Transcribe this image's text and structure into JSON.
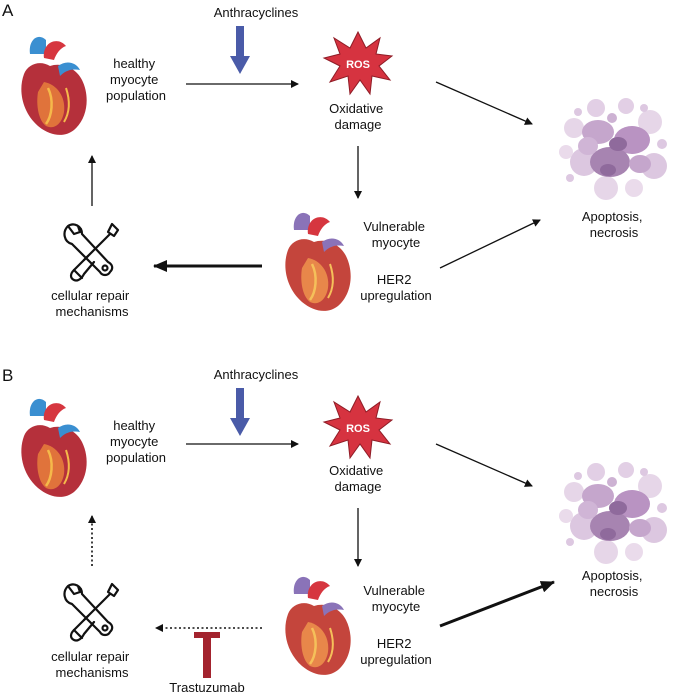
{
  "panels": [
    {
      "letter": "A",
      "drug_top": "Anthracyclines",
      "healthy": [
        "healthy",
        "myocyte",
        "population"
      ],
      "ros_label": "ROS",
      "oxidative": [
        "Oxidative",
        "damage"
      ],
      "vulnerable": [
        "Vulnerable",
        "myocyte"
      ],
      "her2": [
        "HER2",
        "upregulation"
      ],
      "repair": [
        "cellular repair",
        "mechanisms"
      ],
      "apoptosis": [
        "Apoptosis,",
        "necrosis"
      ]
    },
    {
      "letter": "B",
      "drug_top": "Anthracyclines",
      "healthy": [
        "healthy",
        "myocyte",
        "population"
      ],
      "ros_label": "ROS",
      "oxidative": [
        "Oxidative",
        "damage"
      ],
      "vulnerable": [
        "Vulnerable",
        "myocyte"
      ],
      "her2": [
        "HER2",
        "upregulation"
      ],
      "repair": [
        "cellular repair",
        "mechanisms"
      ],
      "apoptosis": [
        "Apoptosis,",
        "necrosis"
      ],
      "inhibitor": "Trastuzumab"
    }
  ],
  "colors": {
    "drug_arrow": "#4a5ba8",
    "ros_fill": "#d63340",
    "inhibitor": "#a3232e",
    "cell_purple": "#9a73a6"
  }
}
